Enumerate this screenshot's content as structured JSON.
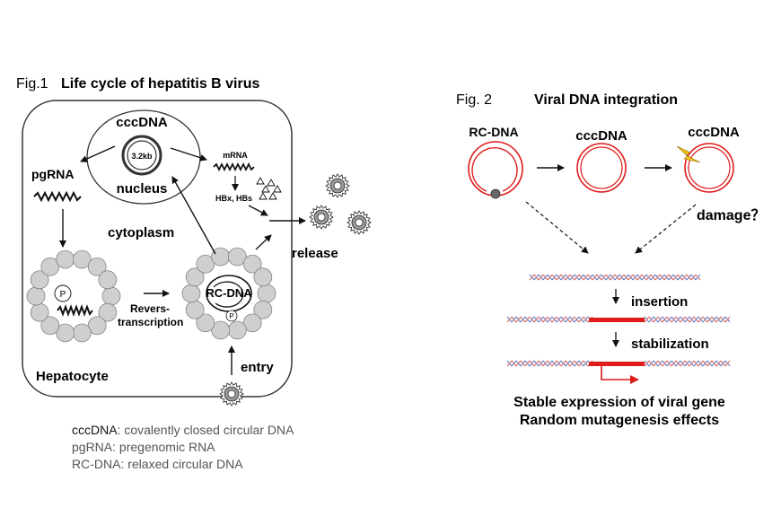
{
  "fig1": {
    "label": "Fig.1",
    "title": "Life cycle of hepatitis B virus",
    "cccdna": "cccDNA",
    "size": "3.2kb",
    "nucleus": "nucleus",
    "pgrna": "pgRNA",
    "mrna": "mRNA",
    "proteins": "HBx,  HBs",
    "cytoplasm": "cytoplasm",
    "release": "release",
    "rcdna": "RC-DNA",
    "phospho": "P",
    "rt_line1": "Revers-",
    "rt_line2": "transcription",
    "hepatocyte": "Hepatocyte",
    "entry": "entry"
  },
  "legend": [
    {
      "term": "cccDNA",
      "desc": ": covalently closed circular DNA"
    },
    {
      "term": "pgRNA",
      "desc": ": pregenomic RNA"
    },
    {
      "term": "RC-DNA",
      "desc": ": relaxed circular DNA"
    }
  ],
  "fig2": {
    "label": "Fig. 2",
    "title": "Viral DNA integration",
    "rcdna": "RC-DNA",
    "cccdna1": "cccDNA",
    "cccdna2": "cccDNA",
    "damage": "damage？",
    "insertion": "insertion",
    "stabilization": "stabilization",
    "outcome1": "Stable expression of viral gene",
    "outcome2": "Random mutagenesis effects"
  },
  "colors": {
    "viral": "#e01b1b",
    "dna_blue": "#6b7fc4",
    "dna_red": "#d96a6a",
    "bead": "#cfcfcf",
    "lightning": "#f4c20d"
  }
}
